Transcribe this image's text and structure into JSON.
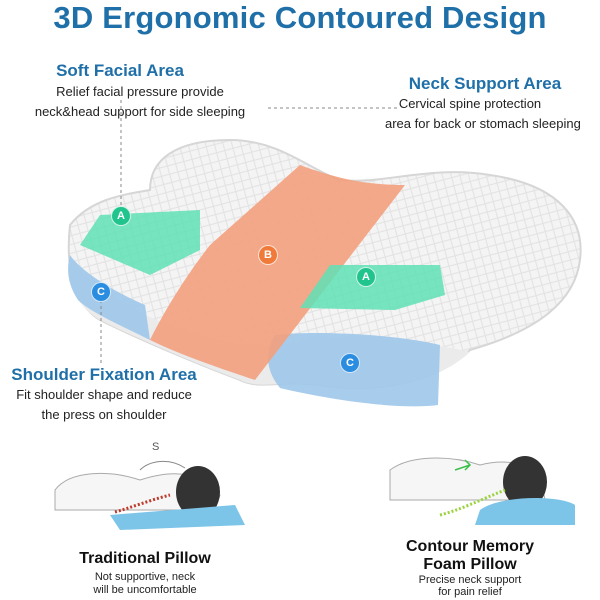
{
  "title": "3D Ergonomic Contoured Design",
  "soft_facial": {
    "title": "Soft Facial Area",
    "line1": "Relief facial pressure provide",
    "line2": "neck&head support for side sleeping"
  },
  "neck_support": {
    "title": "Neck Support Area",
    "line1": "Cervical spine protection",
    "line2": "area  for back or stomach sleeping"
  },
  "shoulder": {
    "title": "Shoulder Fixation Area",
    "line1": "Fit shoulder shape and reduce",
    "line2": "the press on shoulder"
  },
  "badges": {
    "a": "A",
    "b": "B",
    "c": "C"
  },
  "traditional": {
    "title": "Traditional Pillow",
    "line1": "Not supportive, neck",
    "line2": "will be uncomfortable"
  },
  "contour": {
    "title_line1": "Contour Memory",
    "title_line2": "Foam Pillow",
    "line1": "Precise neck support",
    "line2": "for pain relief"
  },
  "colors": {
    "brand_blue": "#1f6fa8",
    "zone_a": "#5fe0b5",
    "zone_b": "#f4a07e",
    "zone_c": "#9fc6ea"
  }
}
